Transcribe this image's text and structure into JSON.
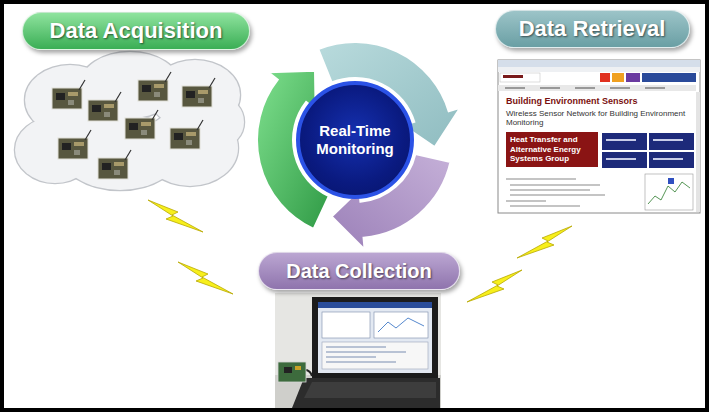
{
  "diagram": {
    "nodes": [
      {
        "text": [
          "Data Acquisition"
        ]
      },
      {
        "text": [
          "Data Retrieval"
        ]
      },
      {
        "text": [
          "Real-Time Monitoring"
        ]
      },
      {
        "text": [
          "Data Collection"
        ]
      }
    ],
    "labels": [
      "Heat Transfer and Alternative Energy Systems Group",
      "Building Environment Sensors",
      "Wireless Sensor Network for Building Environment Monitoring"
    ]
  }
}
